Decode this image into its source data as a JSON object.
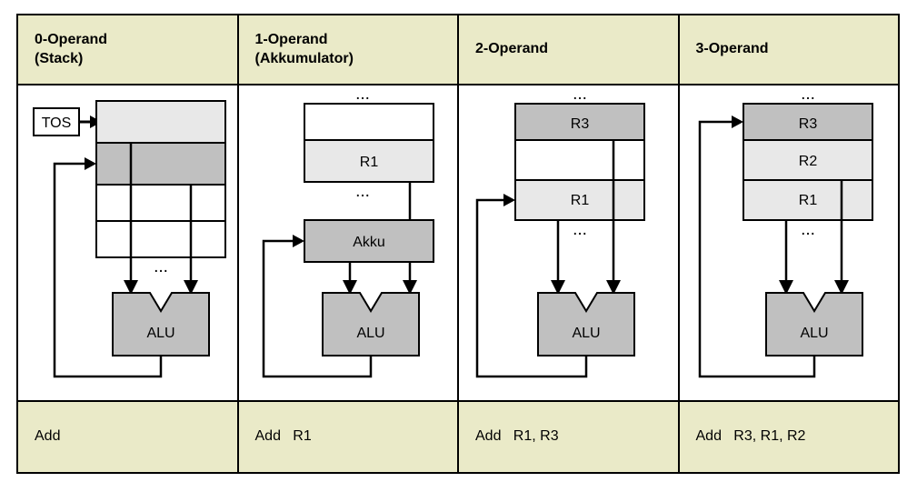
{
  "diagram": {
    "title_row": [
      {
        "line1": "0-Operand",
        "line2": "(Stack)"
      },
      {
        "line1": "1-Operand",
        "line2": "(Akkumulator)"
      },
      {
        "line1": "2-Operand",
        "line2": ""
      },
      {
        "line1": "3-Operand",
        "line2": ""
      }
    ],
    "instruction_row": [
      "Add",
      "Add   R1",
      "Add   R1, R3",
      "Add   R3, R1, R2"
    ],
    "columns": [
      {
        "name": "stack",
        "pointer_label": "TOS",
        "alu_label": "ALU",
        "ellipsis": "...",
        "cells": [
          {
            "label": "",
            "fill": "light"
          },
          {
            "label": "",
            "fill": "medium"
          },
          {
            "label": "",
            "fill": "white"
          },
          {
            "label": "",
            "fill": "white"
          }
        ]
      },
      {
        "name": "accumulator",
        "pointer_label": "",
        "alu_label": "ALU",
        "ellipsis": "...",
        "accumulator_label": "Akku",
        "cells": [
          {
            "label": "",
            "fill": "white"
          },
          {
            "label": "R1",
            "fill": "light"
          }
        ]
      },
      {
        "name": "two-operand",
        "pointer_label": "",
        "alu_label": "ALU",
        "ellipsis": "...",
        "cells": [
          {
            "label": "R3",
            "fill": "medium"
          },
          {
            "label": "",
            "fill": "white"
          },
          {
            "label": "R1",
            "fill": "light"
          }
        ]
      },
      {
        "name": "three-operand",
        "pointer_label": "",
        "alu_label": "ALU",
        "ellipsis": "...",
        "cells": [
          {
            "label": "R3",
            "fill": "medium"
          },
          {
            "label": "R2",
            "fill": "light"
          },
          {
            "label": "R1",
            "fill": "light"
          }
        ]
      }
    ],
    "colors": {
      "header_bg": "#eaeac8",
      "cell_light": "#e8e8e8",
      "cell_medium": "#c0c0c0",
      "cell_white": "#ffffff",
      "alu_fill": "#c0c0c0",
      "stroke": "#000000"
    }
  }
}
